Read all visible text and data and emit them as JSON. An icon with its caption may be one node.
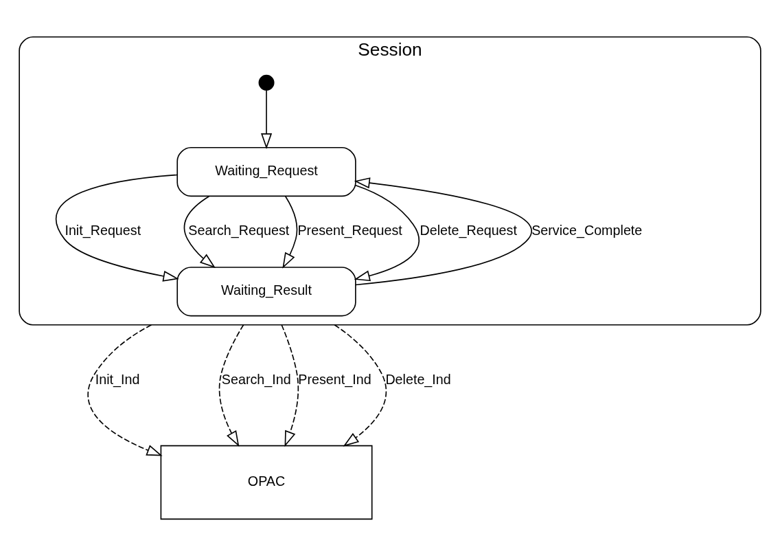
{
  "diagram": {
    "nodes": [
      {
        "text": [
          "Session"
        ]
      },
      {
        "text": [],
        "shape": "circle",
        "in": 0
      },
      {
        "text": [
          "Waiting_Request"
        ],
        "in": 0
      },
      {
        "text": [
          "Waiting_Result"
        ],
        "in": 0
      },
      {
        "text": [
          "OPAC"
        ]
      }
    ],
    "edges": [
      {
        "from": 1,
        "to": 2,
        "arrow": "to"
      },
      {
        "from": 2,
        "to": 3,
        "label": "Init_Request",
        "arrow": "to"
      },
      {
        "from": 2,
        "to": 3,
        "label": "Search_Request",
        "arrow": "to"
      },
      {
        "from": 2,
        "to": 3,
        "label": "Present_Request",
        "arrow": "to"
      },
      {
        "from": 2,
        "to": 3,
        "label": "Delete_Request",
        "arrow": "to"
      },
      {
        "from": 3,
        "to": 2,
        "label": "Service_Complete",
        "arrow": "to"
      },
      {
        "from": 0,
        "to": 4,
        "label": "Init_Ind",
        "arrow": "to",
        "style": "dashed"
      },
      {
        "from": 0,
        "to": 4,
        "label": "Search_Ind",
        "arrow": "to",
        "style": "dashed"
      },
      {
        "from": 0,
        "to": 4,
        "label": "Present_Ind",
        "arrow": "to",
        "style": "dashed"
      },
      {
        "from": 0,
        "to": 4,
        "label": "Delete_Ind",
        "arrow": "to",
        "style": "dashed"
      }
    ]
  }
}
